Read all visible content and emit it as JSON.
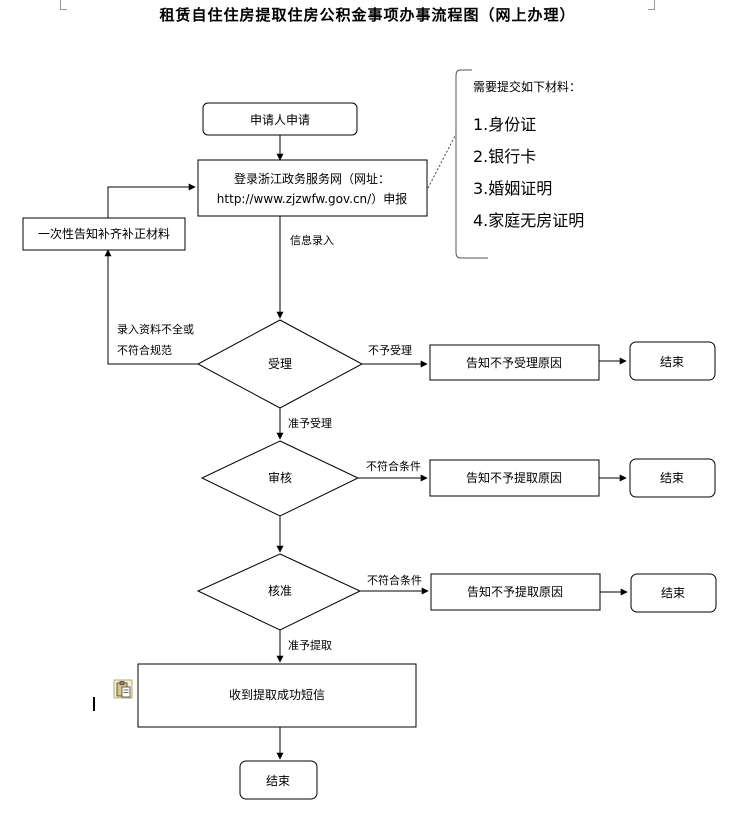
{
  "title": "租赁自住住房提取住房公积金事项办事流程图（网上办理）",
  "nodes": {
    "apply": "申请人申请",
    "login_line1": "登录浙江政务服务网（网址：",
    "login_line2": "http://www.zjzwfw.gov.cn/）申报",
    "supplement": "一次性告知补齐补正材料",
    "accept": "受理",
    "review": "审核",
    "approve": "核准",
    "reject_accept": "告知不予受理原因",
    "reject_review": "告知不予提取原因",
    "reject_approve": "告知不予提取原因",
    "end1": "结束",
    "end2": "结束",
    "end3": "结束",
    "sms": "收到提取成功短信",
    "end_final": "结束"
  },
  "edges": {
    "info_entry": "信息录入",
    "incomplete_line1": "录入资料不全或",
    "incomplete_line2": "不符合规范",
    "not_accepted": "不予受理",
    "accepted": "准予受理",
    "not_qualified_1": "不符合条件",
    "not_qualified_2": "不符合条件",
    "approved_withdraw": "准予提取"
  },
  "materials": {
    "heading": "需要提交如下材料：",
    "items": [
      "1.身份证",
      "2.银行卡",
      "3.婚姻证明",
      "4.家庭无房证明"
    ]
  },
  "icons": {
    "clipboard": "clipboard-icon"
  }
}
